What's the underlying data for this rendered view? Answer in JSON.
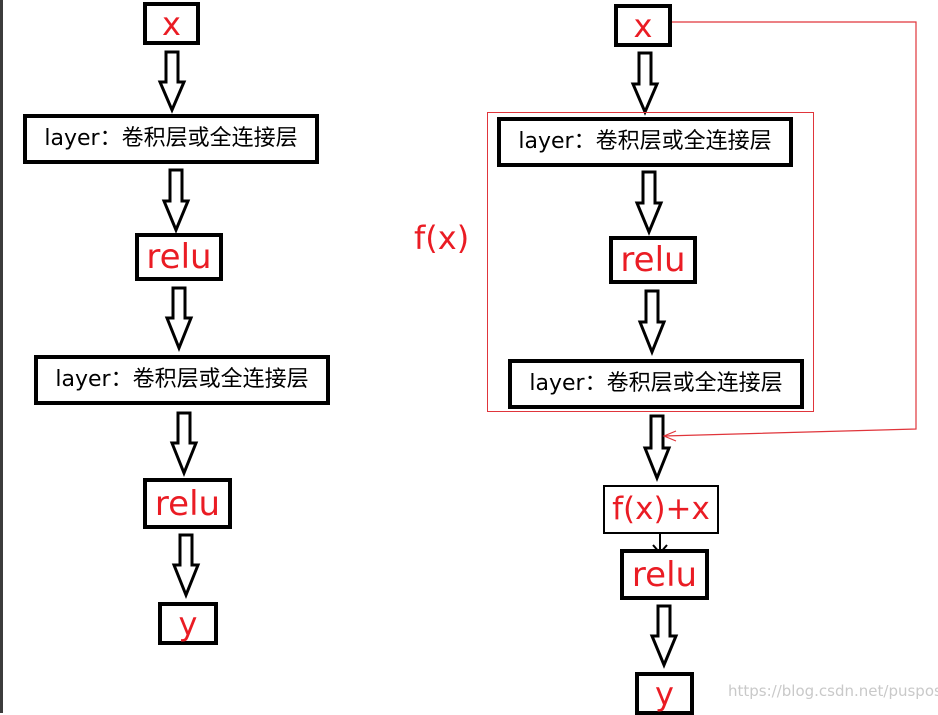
{
  "plain_block": {
    "input_label": "x",
    "layer1_label": "layer：卷积层或全连接层",
    "relu1_label": "relu",
    "layer2_label": "layer：卷积层或全连接层",
    "relu2_label": "relu",
    "output_label": "y"
  },
  "residual_block": {
    "input_label": "x",
    "layer1_label": "layer：卷积层或全连接层",
    "relu1_label": "relu",
    "layer2_label": "layer：卷积层或全连接层",
    "residual_function_label": "f(x)",
    "sum_label": "f(x)+x",
    "relu2_label": "relu",
    "output_label": "y"
  },
  "watermark": "https://blog.csdn.net/puspos",
  "colors": {
    "label_red": "#ea1c24",
    "box_border": "#000000",
    "frame_red": "#e0353b"
  }
}
